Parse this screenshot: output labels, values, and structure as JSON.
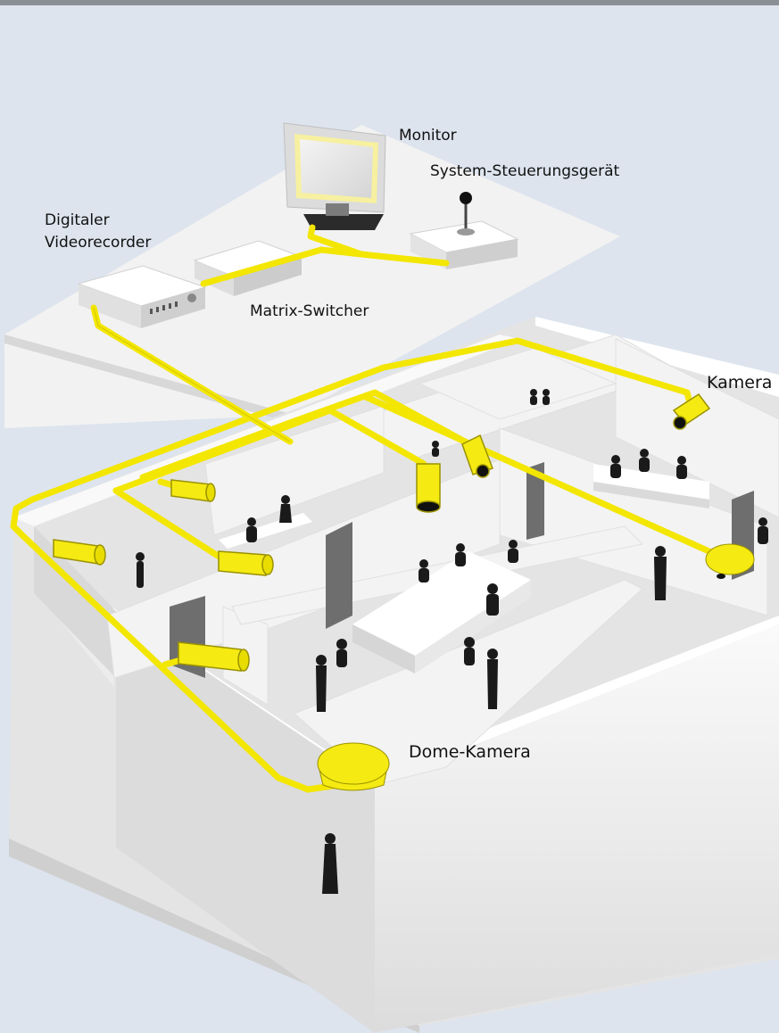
{
  "labels": {
    "monitor": "Monitor",
    "controller": "System-Steuerungsgerät",
    "dvr_line1": "Digitaler",
    "dvr_line2": "Videorecorder",
    "matrix": "Matrix-Switcher",
    "camera": "Kamera",
    "dome": "Dome-Kamera"
  },
  "colors": {
    "background": "#dde4ee",
    "cable": "#f3e600",
    "camera_body": "#f5ea12",
    "walls": "#f1f1f1",
    "floor": "#e6e6e6",
    "people": "#1a1a1a",
    "top_rule": "#8a8f96"
  }
}
